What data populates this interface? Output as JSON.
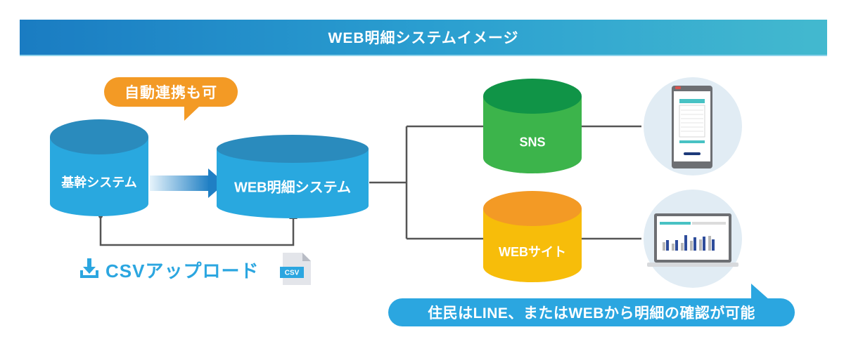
{
  "banner": {
    "title": "WEB明細システムイメージ"
  },
  "nodes": {
    "core_system": "基幹システム",
    "web_meisai": "WEB明細システム",
    "sns": "SNS",
    "website": "WEBサイト"
  },
  "callouts": {
    "auto_link": "自動連携も可",
    "resident_note": "住民はLINE、またはWEBから明細の確認が可能"
  },
  "csv": {
    "upload_label": "CSVアップロード",
    "file_badge": "CSV"
  },
  "devices": {
    "phone": "smartphone-icon",
    "laptop": "laptop-icon"
  },
  "colors": {
    "db_blue": "#29a8df",
    "db_blue_top": "#2a8bbd",
    "sns_green": "#3cb44b",
    "sns_green_top": "#109447",
    "web_yellow": "#f7bd0a",
    "web_orange_top": "#f39a25",
    "callout_orange": "#f39a25",
    "callout_blue": "#2ba6e0",
    "connector": "#555555"
  }
}
